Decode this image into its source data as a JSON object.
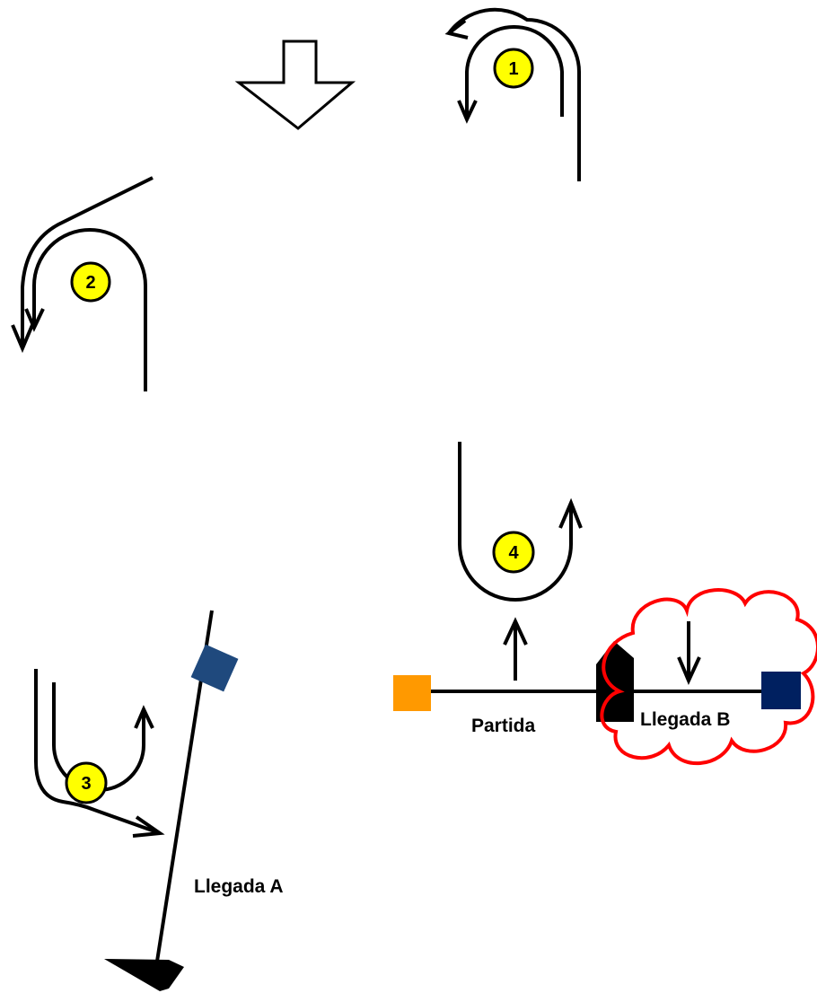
{
  "badges": {
    "b1": "1",
    "b2": "2",
    "b3": "3",
    "b4": "4"
  },
  "labels": {
    "start": "Partida",
    "finish_a": "Llegada A",
    "finish_b": "Llegada B"
  },
  "colors": {
    "badge_fill": "#ffff00",
    "start_pin_mark": "#ff9900",
    "finish_a_mark": "#1f497d",
    "finish_b_mark": "#002060",
    "finish_b_cloud": "#ff0000",
    "committee_boat": "#000000"
  }
}
